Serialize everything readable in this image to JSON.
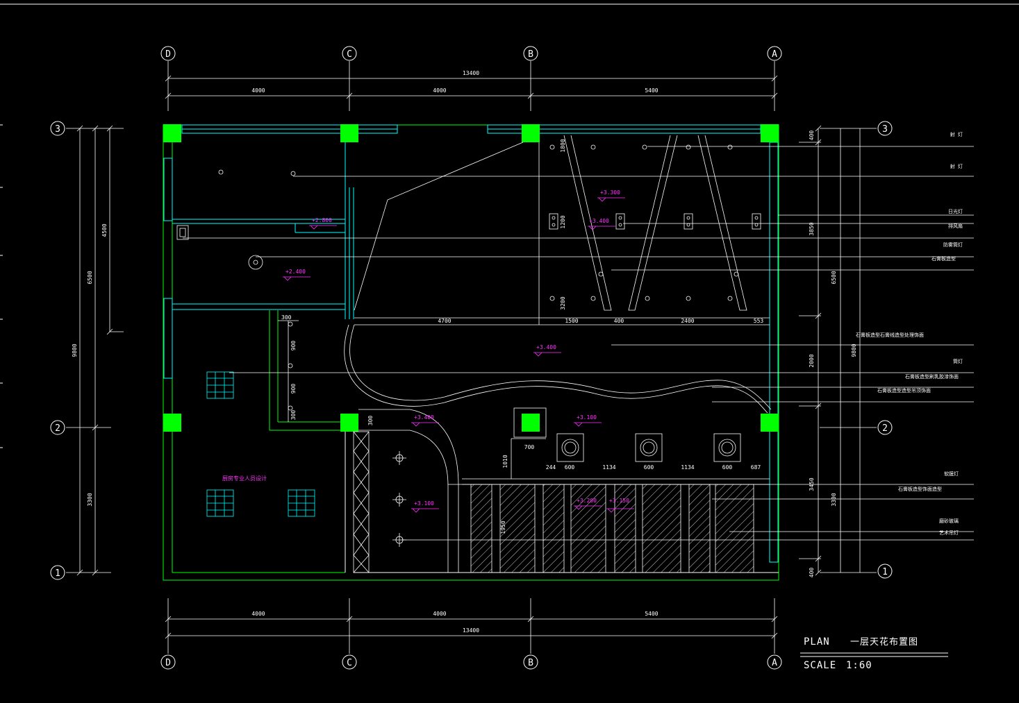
{
  "drawing": {
    "title_en": "PLAN",
    "title_cn": "一层天花布置图",
    "scale_label": "SCALE",
    "scale_value": "1:60",
    "room_label": "厨房专业人员设计"
  },
  "axes": {
    "columns": [
      "D",
      "C",
      "B",
      "A"
    ],
    "rows": [
      "3",
      "2",
      "1"
    ]
  },
  "dimensions": {
    "top_total": "13400",
    "top_segments": [
      "4000",
      "4000",
      "5400"
    ],
    "bottom_total": "13400",
    "bottom_segments": [
      "4000",
      "4000",
      "5400"
    ],
    "left_outer": "9800",
    "left_mid_upper": "6500",
    "left_mid_lower": "3300",
    "left_inner": "4500",
    "right_inner": [
      "400",
      "3850",
      "2000",
      "3450",
      "400"
    ],
    "right_mid": [
      "6500",
      "3300"
    ],
    "right_outer": "9800",
    "inner_row": [
      "4700",
      "1500",
      "400",
      "2400",
      "553"
    ],
    "inner_small": [
      "300",
      "900",
      "900",
      "300",
      "1200"
    ],
    "lower_row": [
      "244",
      "600",
      "1134",
      "600",
      "1134",
      "600",
      "687"
    ],
    "misc": [
      "700",
      "1010",
      "1950",
      "1800",
      "300",
      "3200"
    ]
  },
  "elevations": [
    "+3.300",
    "+3.400",
    "+2.800",
    "+2.400",
    "+3.400",
    "+3.400",
    "+3.100",
    "+3.100",
    "+3.200",
    "+3.150"
  ],
  "legend": [
    "射  灯",
    "射  灯",
    "日光灯",
    "排风扇",
    "防雾筒灯",
    "石膏板造型",
    "石膏板造型石膏线造型处理饰面",
    "筒灯",
    "石膏板造型刷乳胶漆饰面",
    "石膏板造型造型吊顶饰面",
    "软膜灯",
    "石膏板造型饰面造型",
    "磨砂玻璃",
    "艺术吊灯"
  ],
  "colors": {
    "background": "#000000",
    "column": "#00ff00",
    "wall": "#00ff00",
    "window": "#00ffff",
    "annotation": "#ff33ff",
    "line": "#ffffff"
  }
}
